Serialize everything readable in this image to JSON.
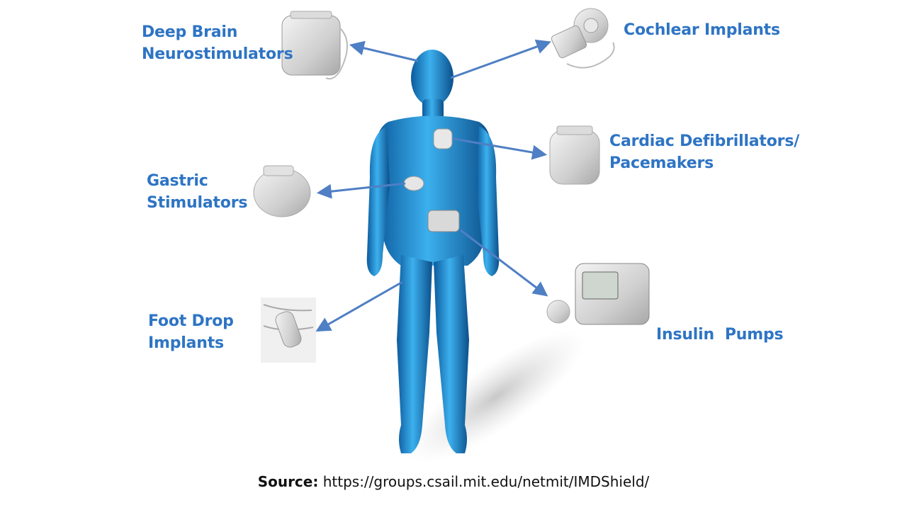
{
  "labels": {
    "deep_brain": [
      "Deep Brain",
      "Neurostimulators"
    ],
    "cochlear": [
      "Cochlear Implants"
    ],
    "cardiac": [
      "Cardiac Defibrillators/",
      "Pacemakers"
    ],
    "gastric": [
      "Gastric",
      "Stimulators"
    ],
    "insulin": [
      "Insulin  Pumps"
    ],
    "foot_drop": [
      "Foot Drop",
      "Implants"
    ]
  },
  "source": {
    "prefix": "Source:",
    "url": " https://groups.csail.mit.edu/netmit/IMDShield/"
  },
  "colors": {
    "label": "#2e74c4",
    "arrow": "#4f7fc4",
    "body": "#1f8fd6",
    "device": "#c9c9c9"
  }
}
